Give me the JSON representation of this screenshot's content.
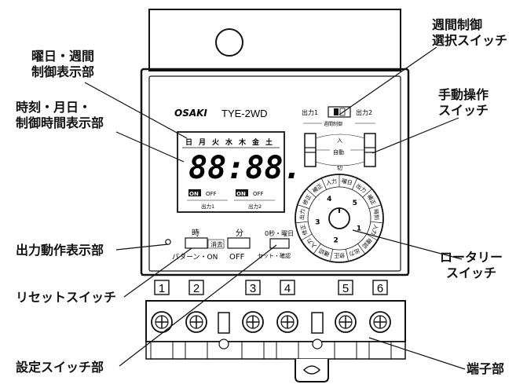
{
  "device": {
    "brand": "OSAKI",
    "model": "TYE-2WD",
    "weekdays": [
      "日",
      "月",
      "火",
      "水",
      "木",
      "金",
      "土"
    ],
    "time_digits": "88:88.",
    "out1_on": "ON",
    "out1_off": "OFF",
    "out1_label": "出力1",
    "out2_on": "ON",
    "out2_off": "OFF",
    "out2_label": "出力2",
    "btn_hour": "時",
    "btn_minute": "分",
    "btn_erase": "消去",
    "btn_pattern_on": "パターン・ON",
    "btn_off": "OFF",
    "btn_set_label": "0秒・曜日",
    "btn_set_sub": "セット・確認",
    "switch_out1": "出力1",
    "switch_out2": "出力2",
    "weekly_ctrl": "週間制御",
    "mode_on": "入",
    "mode_auto": "自動",
    "mode_off": "切",
    "rotary_positions": [
      "1",
      "2",
      "3",
      "4",
      "5"
    ],
    "rotary_words": [
      "曜日",
      "出力",
      "補正",
      "時刻",
      "入力",
      "確認",
      "出力",
      "修正",
      "確認",
      "入力",
      "修正",
      "出力",
      "修正",
      "補正",
      "入力"
    ],
    "terminals": [
      "1",
      "2",
      "3",
      "4",
      "5",
      "6"
    ]
  },
  "callouts": {
    "weekday_display": "曜日・週間\n制御表示部",
    "time_display": "時刻・月日・\n制御時間表示部",
    "output_display": "出力動作表示部",
    "reset_switch": "リセットスイッチ",
    "setting_switch": "設定スイッチ部",
    "weekly_select": "週間制御\n選択スイッチ",
    "manual_switch": "手動操作\nスイッチ",
    "rotary_switch": "ロータリー\nスイッチ",
    "terminal": "端子部"
  }
}
